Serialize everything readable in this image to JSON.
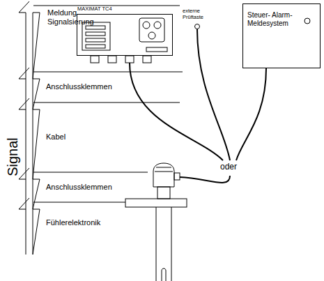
{
  "diagram": {
    "nodes": [
      {
        "text": [
          "MAXIMAT TC4"
        ]
      },
      {
        "text": [
          "Steuer- Alarm- Meldesystem"
        ]
      }
    ],
    "labels": [
      "Meldung Signalsierung",
      "Anschlussklemmen",
      "Kabel",
      "Anschlussklemmen",
      "Fühlerelektronik",
      "Signal",
      "externe Prüftaste",
      "oder"
    ]
  }
}
